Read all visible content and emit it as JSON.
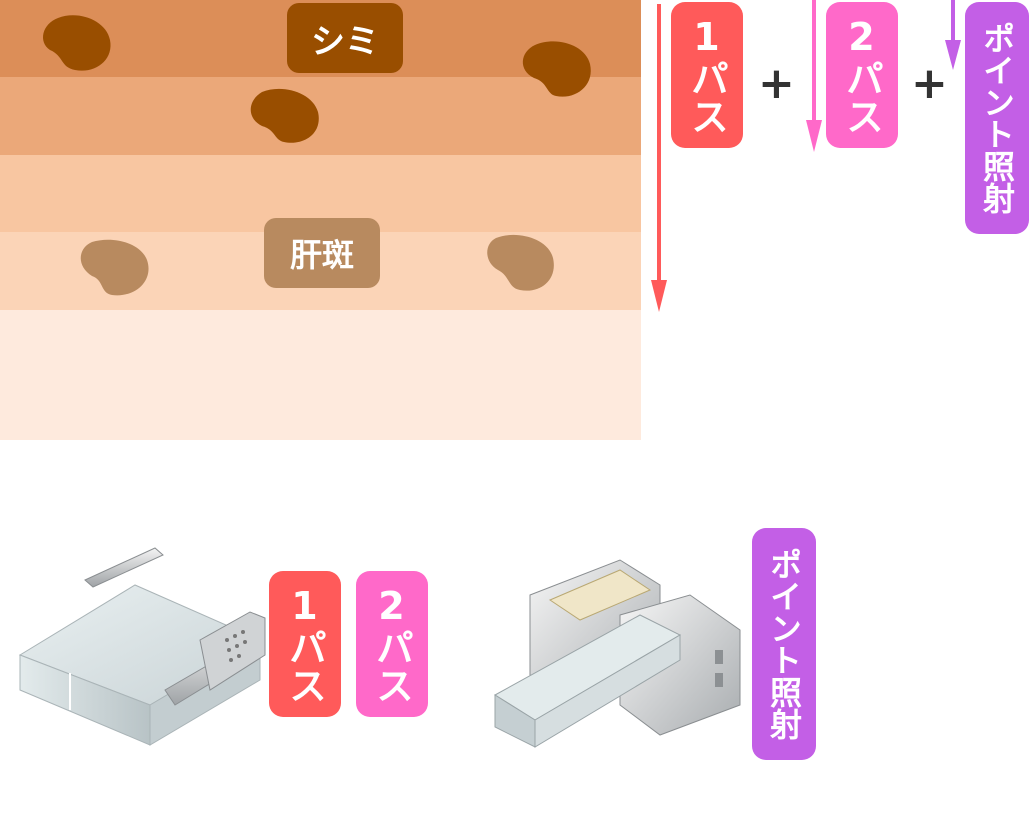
{
  "skin": {
    "colors": {
      "layer1": "#DC8E58",
      "layer2": "#EBA879",
      "layer3": "#F8C6A1",
      "layer4": "#FBD4B7",
      "layer5": "#FEEADD",
      "spot_dark": "#994E00",
      "spot_light": "#B88A5F"
    },
    "shimi_label": "シミ",
    "kanpan_label": "肝斑"
  },
  "passes": {
    "pass1": {
      "label": "1パス",
      "color": "#FF5A5A"
    },
    "pass2": {
      "label": "2パス",
      "color": "#FF69C9"
    },
    "point": {
      "label": "ポイント照射",
      "color": "#C35FE6"
    },
    "plus_symbol": "+"
  },
  "tips": {
    "tip1_icon": "large-glass-tip-icon",
    "tip2_icon": "point-glass-tip-icon"
  }
}
